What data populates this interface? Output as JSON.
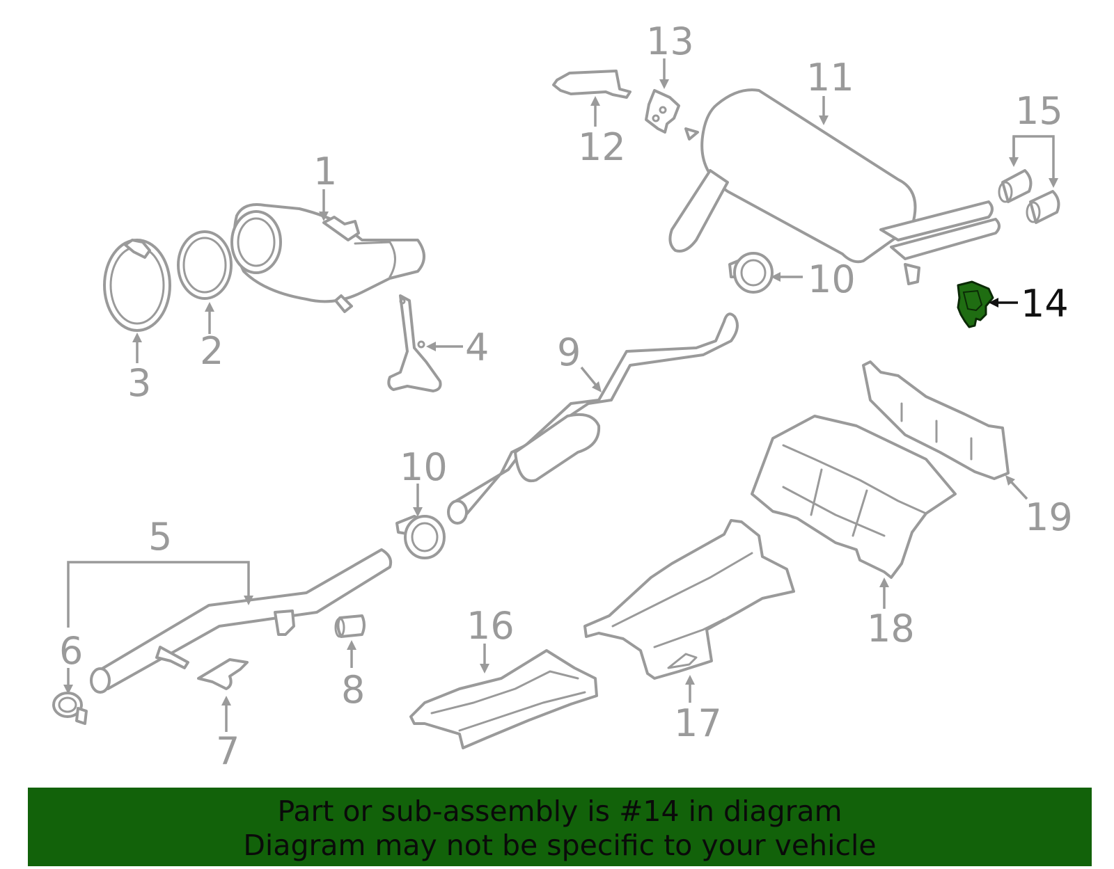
{
  "diagram": {
    "callouts": [
      {
        "number": "1"
      },
      {
        "number": "2"
      },
      {
        "number": "3"
      },
      {
        "number": "4"
      },
      {
        "number": "5"
      },
      {
        "number": "6"
      },
      {
        "number": "7"
      },
      {
        "number": "8"
      },
      {
        "number": "9"
      },
      {
        "number": "10"
      },
      {
        "number": "10"
      },
      {
        "number": "11"
      },
      {
        "number": "12"
      },
      {
        "number": "13"
      },
      {
        "number": "14"
      },
      {
        "number": "15"
      },
      {
        "number": "16"
      },
      {
        "number": "17"
      },
      {
        "number": "18"
      },
      {
        "number": "19"
      }
    ],
    "highlighted_part": "14",
    "colors": {
      "line_art": "#9a9a9a",
      "highlight_part": "#1f6d12",
      "banner_background": "#12620a",
      "highlight_label": "#111111"
    }
  },
  "banner": {
    "line1": "Part or sub-assembly is #14 in diagram",
    "line2": "Diagram may not be specific to your vehicle"
  }
}
